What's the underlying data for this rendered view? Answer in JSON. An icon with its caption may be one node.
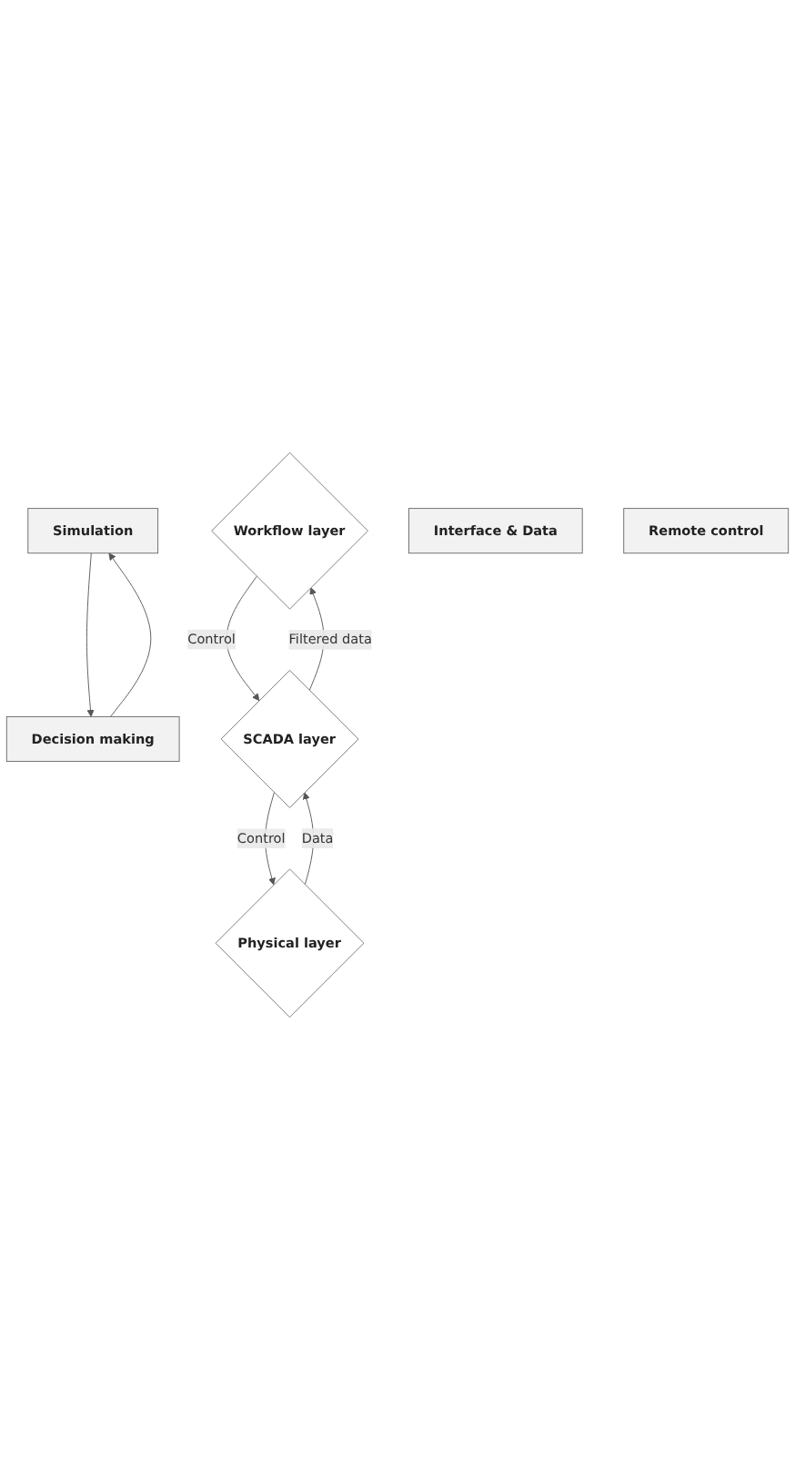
{
  "diagram": {
    "nodes": [
      {
        "text": [
          "Simulation"
        ]
      },
      {
        "text": [
          "Decision making"
        ]
      },
      {
        "text": [
          "Workflow layer"
        ]
      },
      {
        "text": [
          "Interface & Data"
        ]
      },
      {
        "text": [
          "SCADA layer"
        ]
      },
      {
        "text": [
          "Remote control"
        ]
      },
      {
        "text": [
          "Physical layer"
        ]
      }
    ],
    "edges": [
      {
        "from": 0,
        "to": 1,
        "arrow": "to"
      },
      {
        "from": 1,
        "to": 0,
        "arrow": "to"
      },
      {
        "from": 2,
        "to": 4,
        "label": "Control",
        "arrow": "to"
      },
      {
        "from": 4,
        "to": 6,
        "label": "Control",
        "arrow": "to"
      },
      {
        "from": 6,
        "to": 4,
        "label": "Data",
        "arrow": "to"
      },
      {
        "from": 4,
        "to": 2,
        "label": "Filtered data",
        "arrow": "to"
      }
    ]
  }
}
